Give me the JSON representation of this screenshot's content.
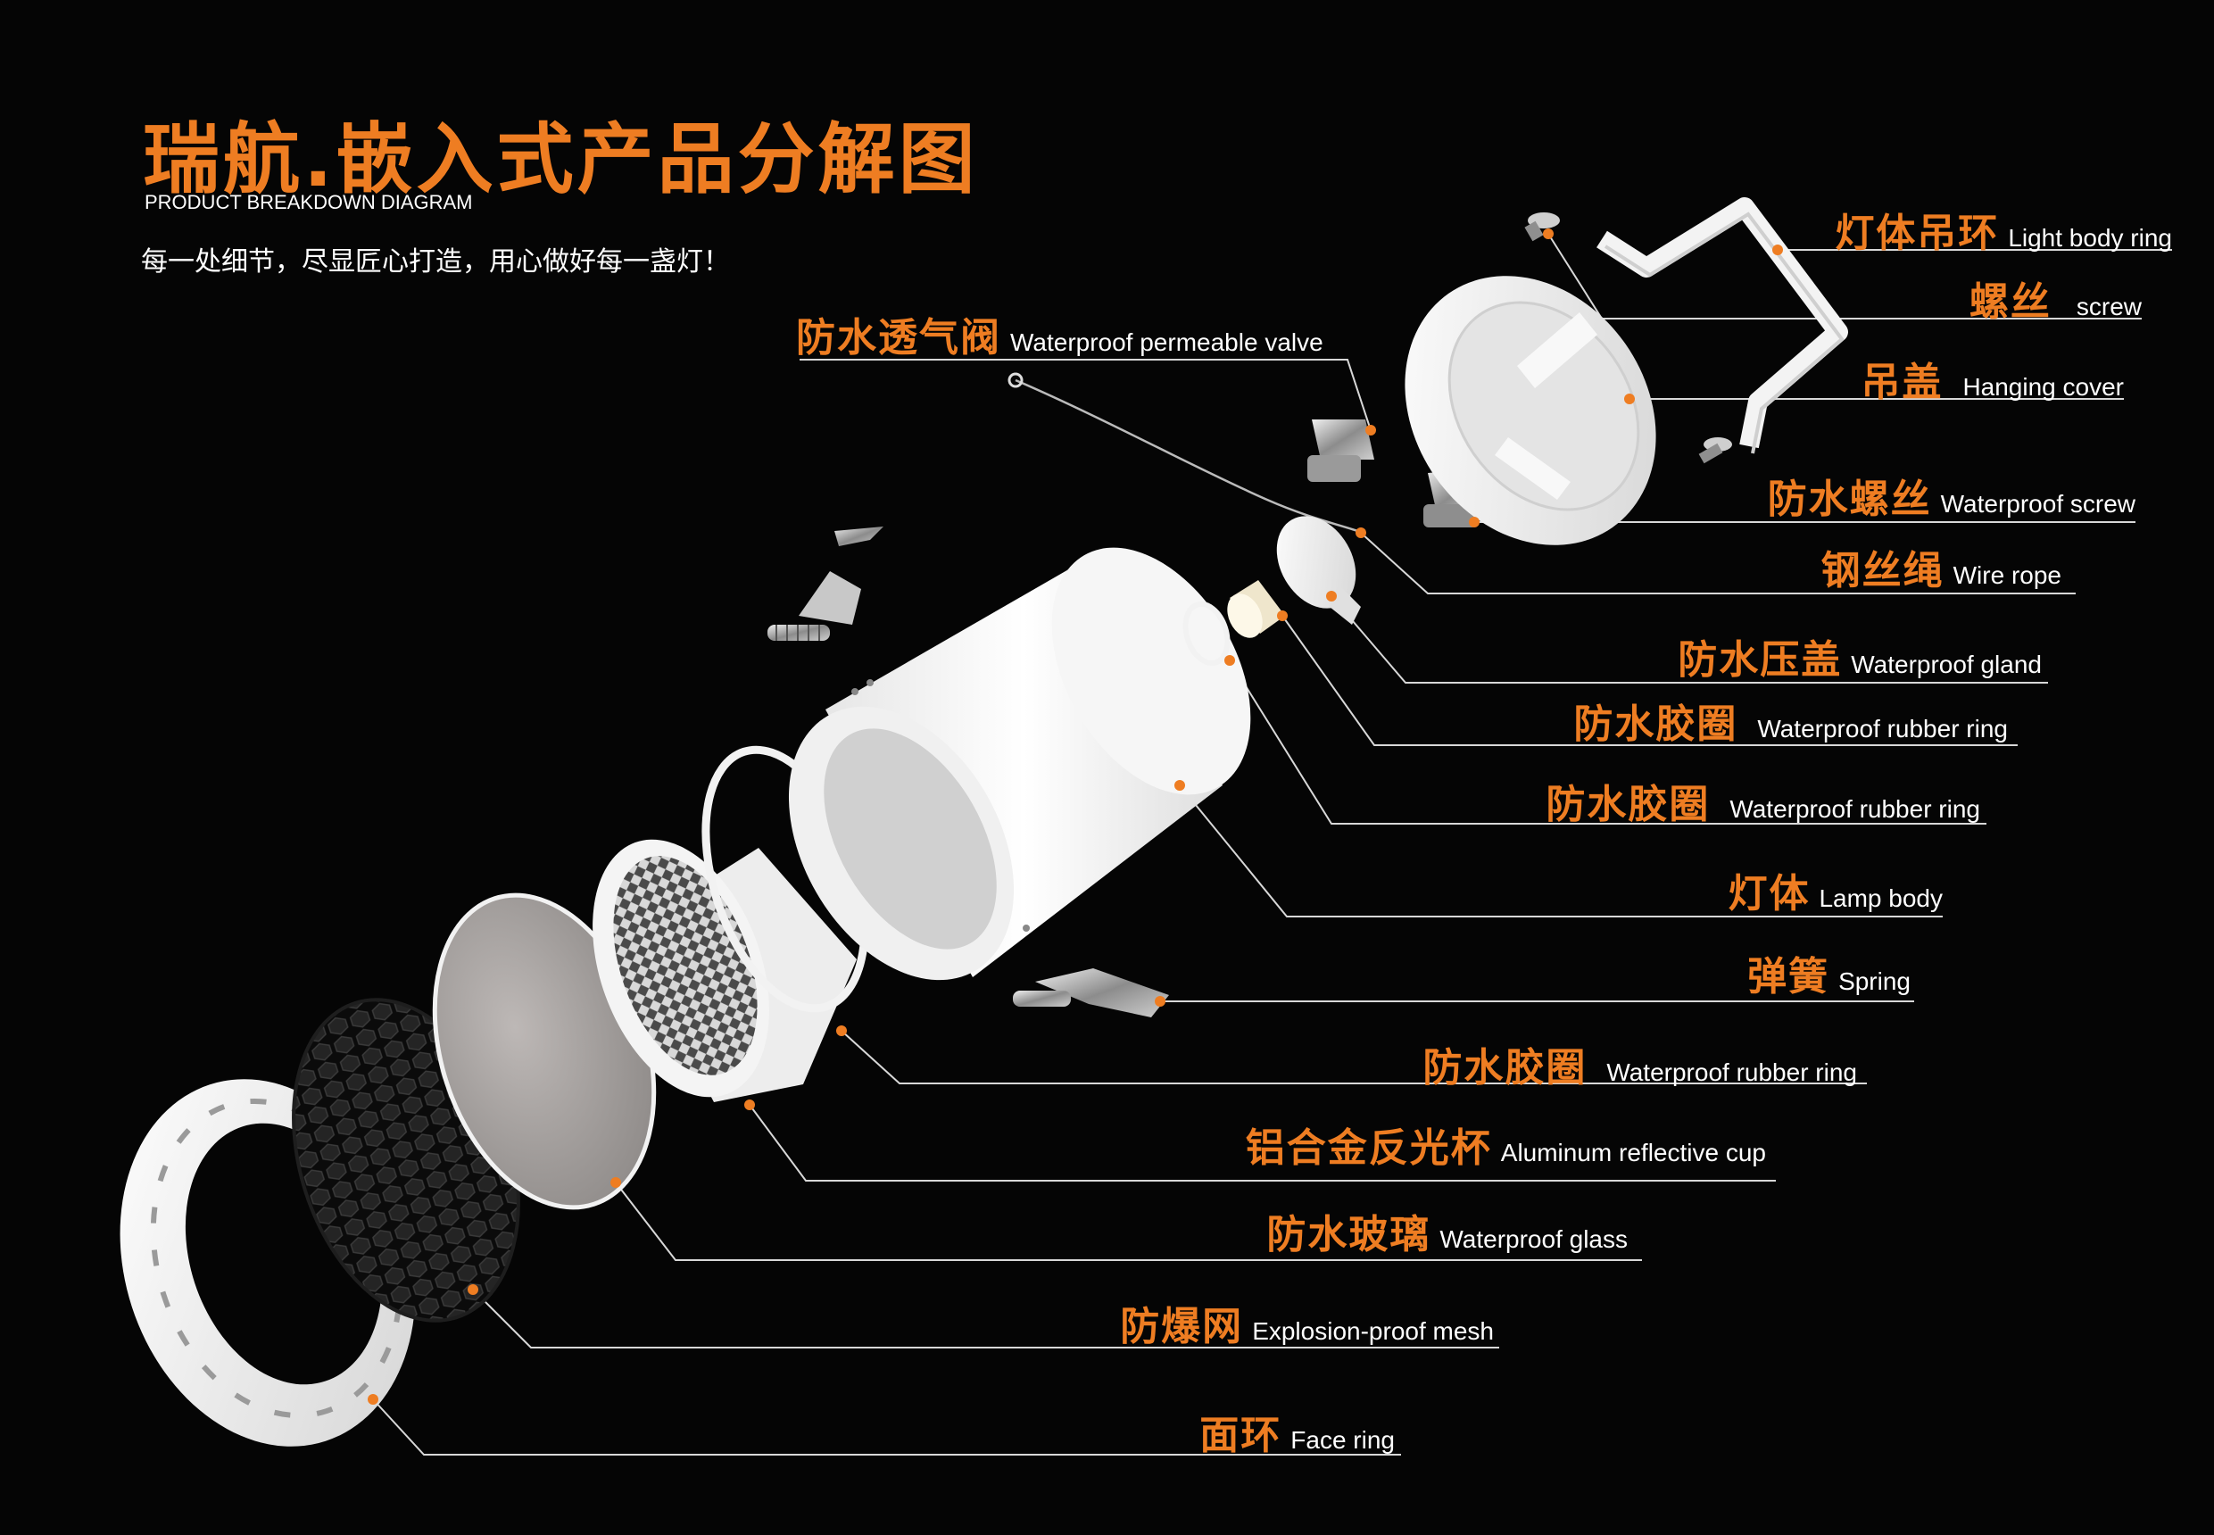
{
  "header": {
    "title": "瑞航.嵌入式产品分解图",
    "subtitle": "PRODUCT BREAKDOWN DIAGRAM",
    "slogan": "每一处细节，尽显匠心打造，用心做好每一盏灯！"
  },
  "colors": {
    "accent": "#ee7d22",
    "background": "#050505",
    "text": "#ffffff",
    "leader": "#d8d8d8"
  },
  "parts": [
    {
      "cn": "灯体吊环",
      "en": "Light body ring"
    },
    {
      "cn": "螺丝",
      "en": "screw"
    },
    {
      "cn": "防水透气阀",
      "en": "Waterproof permeable valve"
    },
    {
      "cn": "吊盖",
      "en": "Hanging cover"
    },
    {
      "cn": "防水螺丝",
      "en": "Waterproof screw"
    },
    {
      "cn": "钢丝绳",
      "en": "Wire rope"
    },
    {
      "cn": "防水压盖",
      "en": "Waterproof gland"
    },
    {
      "cn": "防水胶圈",
      "en": "Waterproof rubber ring"
    },
    {
      "cn": "防水胶圈",
      "en": "Waterproof rubber ring"
    },
    {
      "cn": "灯体",
      "en": "Lamp body"
    },
    {
      "cn": "弹簧",
      "en": "Spring"
    },
    {
      "cn": "防水胶圈",
      "en": "Waterproof rubber ring"
    },
    {
      "cn": "铝合金反光杯",
      "en": "Aluminum reflective cup"
    },
    {
      "cn": "防水玻璃",
      "en": "Waterproof glass"
    },
    {
      "cn": "防爆网",
      "en": "Explosion-proof mesh"
    },
    {
      "cn": "面环",
      "en": "Face ring"
    }
  ]
}
